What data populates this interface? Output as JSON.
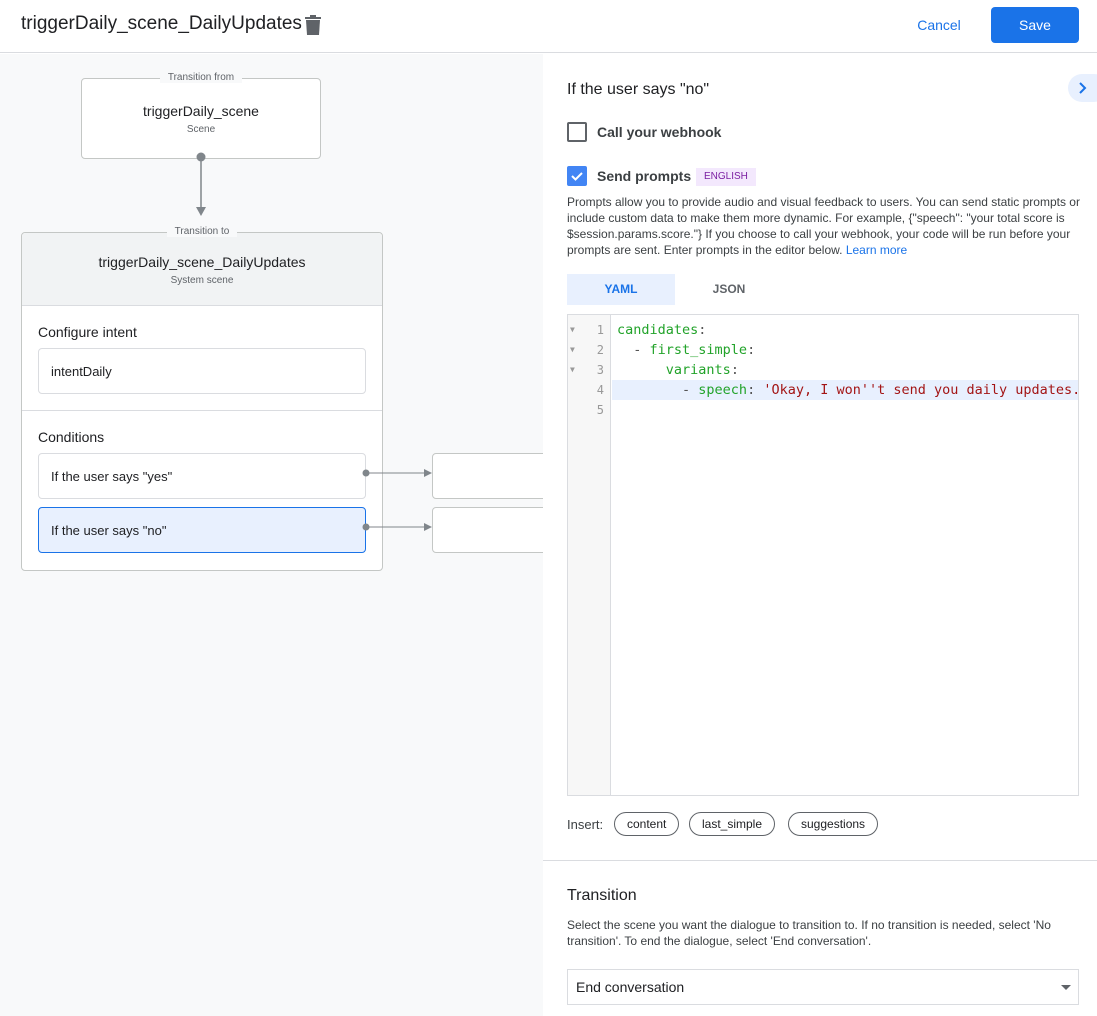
{
  "header": {
    "title": "triggerDaily_scene_DailyUpdates",
    "cancel_label": "Cancel",
    "save_label": "Save"
  },
  "canvas": {
    "from": {
      "legend": "Transition from",
      "name": "triggerDaily_scene",
      "type": "Scene"
    },
    "to": {
      "legend": "Transition to",
      "name": "triggerDaily_scene_DailyUpdates",
      "type": "System scene",
      "intent_label": "Configure intent",
      "intent_value": "intentDaily",
      "conditions_label": "Conditions",
      "conditions": [
        {
          "label": "If the user says \"yes\""
        },
        {
          "label": "If the user says \"no\"",
          "selected": true
        }
      ]
    }
  },
  "panel": {
    "title": "If the user says \"no\"",
    "webhook": {
      "label": "Call your webhook",
      "checked": false
    },
    "prompts": {
      "label": "Send prompts",
      "checked": true,
      "badge": "ENGLISH",
      "description": "Prompts allow you to provide audio and visual feedback to users. You can send static prompts or include custom data to make them more dynamic. For example, {\"speech\": \"your total score is $session.params.score.\"} If you choose to call your webhook, your code will be run before your prompts are sent. Enter prompts in the editor below.",
      "learn_more": "Learn more"
    },
    "tabs": [
      {
        "label": "YAML",
        "active": true
      },
      {
        "label": "JSON",
        "active": false
      }
    ],
    "editor": {
      "line_numbers": [
        "1",
        "2",
        "3",
        "4",
        "5"
      ],
      "lines": [
        {
          "indent": "",
          "key": "candidates",
          "sep": ":",
          "val": ""
        },
        {
          "indent": "  - ",
          "key": "first_simple",
          "sep": ":",
          "val": ""
        },
        {
          "indent": "      ",
          "key": "variants",
          "sep": ":",
          "val": ""
        },
        {
          "indent": "        - ",
          "key": "speech",
          "sep": ": ",
          "val": "'Okay, I won''t send you daily updates.'"
        },
        {
          "indent": "",
          "key": "",
          "sep": "",
          "val": ""
        }
      ]
    },
    "insert": {
      "label": "Insert:",
      "chips": [
        "content",
        "last_simple",
        "suggestions"
      ]
    },
    "transition": {
      "title": "Transition",
      "description": "Select the scene you want the dialogue to transition to. If no transition is needed, select 'No transition'. To end the dialogue, select 'End conversation'.",
      "selected": "End conversation"
    }
  },
  "colors": {
    "accent": "#1a73e8",
    "selected_bg": "#e8f0fe",
    "badge_bg": "#f3e8fd",
    "badge_text": "#7b1fa2"
  }
}
